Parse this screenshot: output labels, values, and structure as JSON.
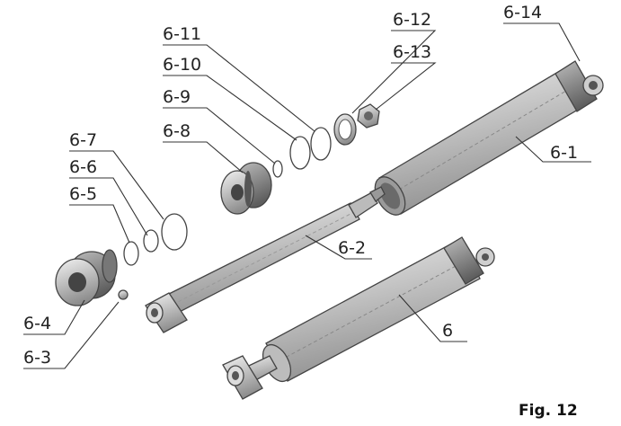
{
  "figure": {
    "caption": "Fig. 12"
  },
  "callouts": {
    "c6_1": "6-1",
    "c6_2": "6-2",
    "c6_3": "6-3",
    "c6_4": "6-4",
    "c6_5": "6-5",
    "c6_6": "6-6",
    "c6_7": "6-7",
    "c6_8": "6-8",
    "c6_9": "6-9",
    "c6_10": "6-10",
    "c6_11": "6-11",
    "c6_12": "6-12",
    "c6_13": "6-13",
    "c6_14": "6-14",
    "c6": "6"
  }
}
